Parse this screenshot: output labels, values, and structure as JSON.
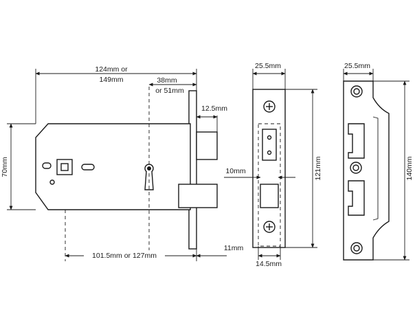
{
  "labels": {
    "overall_length_a": "124mm or",
    "overall_length_b": "149mm",
    "backset_a": "38mm",
    "backset_b": "or 51mm",
    "forend_thickness": "12.5mm",
    "case_height": "70mm",
    "case_length": "101.5mm or 127mm",
    "faceplate_width_bottom": "11mm",
    "forend_width": "25.5mm",
    "forend_height": "121mm",
    "bolt_offset": "10mm",
    "forend_inner_width": "14.5mm",
    "strike_width": "25.5mm",
    "strike_height": "140mm"
  }
}
